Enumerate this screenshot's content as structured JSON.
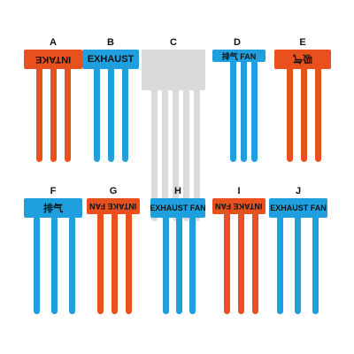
{
  "colors": {
    "orange": "#E8501E",
    "blue": "#1F9FDD",
    "gray": "#DADADA",
    "text": "#111111"
  },
  "options": [
    {
      "letter": "A",
      "label": "INTAKE",
      "color": "orange",
      "flipped": true
    },
    {
      "letter": "B",
      "label": "EXHAUST",
      "color": "blue",
      "flipped": false
    },
    {
      "letter": "C",
      "label": "",
      "color": "gray",
      "flipped": false
    },
    {
      "letter": "D",
      "label": "排气 FAN",
      "color": "blue",
      "flipped": false
    },
    {
      "letter": "E",
      "label": "吸气",
      "color": "orange",
      "flipped": true
    },
    {
      "letter": "F",
      "label": "排气",
      "color": "blue",
      "flipped": false
    },
    {
      "letter": "G",
      "label": "INTAKE FAN",
      "color": "orange",
      "flipped": true
    },
    {
      "letter": "H",
      "label": "EXHAUST FAN",
      "color": "blue",
      "flipped": false
    },
    {
      "letter": "I",
      "label": "INTAKE FAN",
      "color": "orange",
      "flipped": true
    },
    {
      "letter": "J",
      "label": "EXHAUST FAN",
      "color": "blue",
      "flipped": false
    }
  ]
}
